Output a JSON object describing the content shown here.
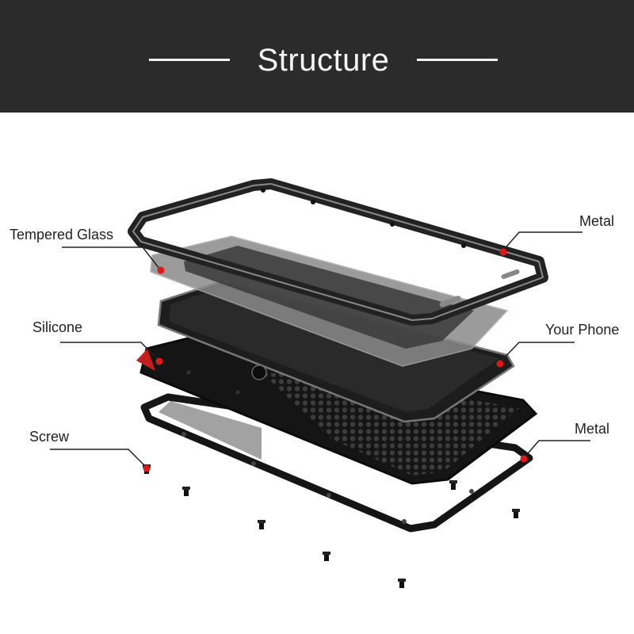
{
  "header": {
    "title": "Structure"
  },
  "labels": {
    "tempered_glass": "Tempered Glass",
    "silicone": "Silicone",
    "screw": "Screw",
    "metal_top": "Metal",
    "your_phone": "Your Phone",
    "metal_bottom": "Metal"
  },
  "colors": {
    "banner": "#2b2b2b",
    "marker": "#e01818",
    "leader": "#222222"
  }
}
